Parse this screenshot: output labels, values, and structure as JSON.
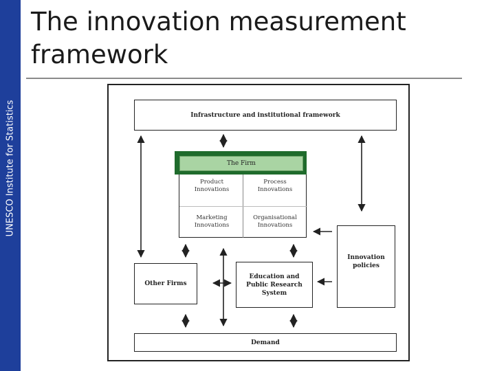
{
  "sidebar": {
    "label": "UNESCO Institute for Statistics"
  },
  "slide": {
    "title": "The innovation measurement framework"
  },
  "diagram": {
    "infrastructure": "Infrastructure and institutional framework",
    "firm": {
      "title": "The Firm",
      "product": "Product Innovations",
      "process": "Process Innovations",
      "marketing": "Marketing Innovations",
      "organisational": "Organisational Innovations"
    },
    "other_firms": "Other Firms",
    "education": "Education and Public Research System",
    "policies": "Innovation policies",
    "demand": "Demand"
  },
  "colors": {
    "sidebar": "#1e3f9b",
    "firm_band": "#a9d4a3",
    "firm_border": "#1f6b2c"
  }
}
